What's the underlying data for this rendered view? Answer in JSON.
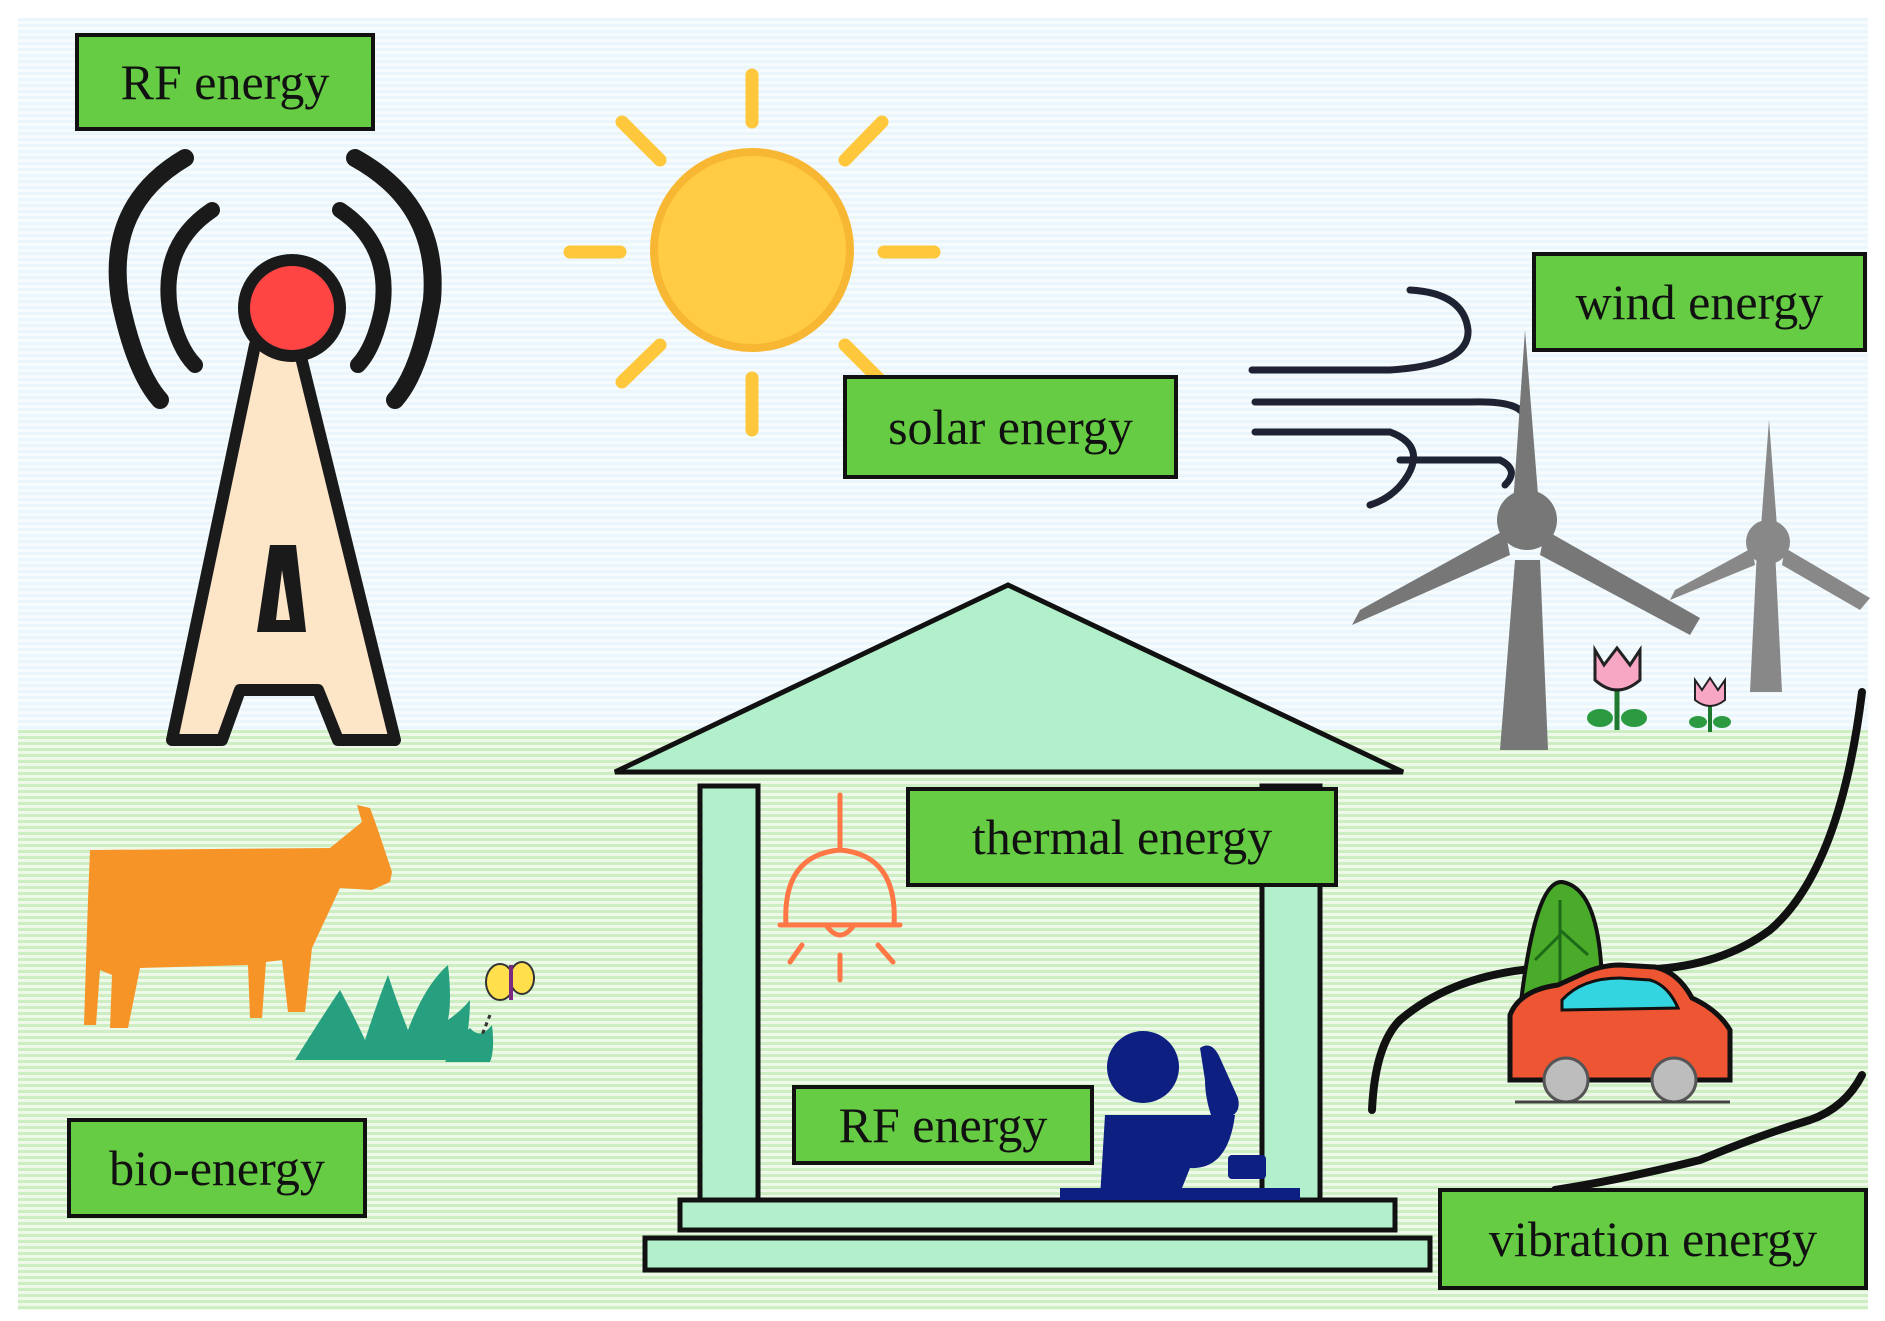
{
  "labels": {
    "rf_top": "RF energy",
    "solar": "solar energy",
    "wind": "wind energy",
    "thermal": "thermal energy",
    "rf_house": "RF energy",
    "bio": "bio-energy",
    "vibration": "vibration energy"
  },
  "colors": {
    "label_fill": "#66cc44",
    "house": "#b2f0cc",
    "sun": "#ffcc44",
    "cow": "#f79428",
    "antenna_red": "#ff4444",
    "antenna_body": "#fde5c8",
    "turbine": "#777777",
    "person": "#0d1f80",
    "car": "#ee5533",
    "lamp": "#ff7744"
  },
  "icons": [
    "antenna-icon",
    "sun-icon",
    "wind-icon",
    "wind-turbine-icon",
    "house-icon",
    "ceiling-lamp-icon",
    "person-phone-icon",
    "cow-icon",
    "grass-icon",
    "butterfly-icon",
    "car-icon",
    "leaf-icon",
    "flower-icon"
  ]
}
